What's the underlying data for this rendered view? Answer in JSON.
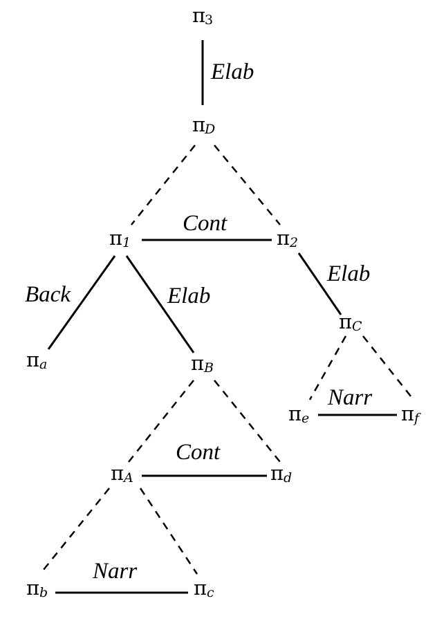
{
  "nodes": {
    "pi3": {
      "symbol": "π",
      "sub": "3"
    },
    "piD": {
      "symbol": "π",
      "sub": "D"
    },
    "pi1": {
      "symbol": "π",
      "sub": "1"
    },
    "pi2": {
      "symbol": "π",
      "sub": "2"
    },
    "pia": {
      "symbol": "π",
      "sub": "a"
    },
    "piB": {
      "symbol": "π",
      "sub": "B"
    },
    "piC": {
      "symbol": "π",
      "sub": "C"
    },
    "pie": {
      "symbol": "π",
      "sub": "e"
    },
    "pif": {
      "symbol": "π",
      "sub": "f"
    },
    "piA": {
      "symbol": "π",
      "sub": "A"
    },
    "pid": {
      "symbol": "π",
      "sub": "d"
    },
    "pib": {
      "symbol": "π",
      "sub": "b"
    },
    "pic": {
      "symbol": "π",
      "sub": "c"
    }
  },
  "relations": {
    "elab_top": "Elab",
    "cont_12": "Cont",
    "back_1a": "Back",
    "elab_1B": "Elab",
    "elab_2C": "Elab",
    "narr_ef": "Narr",
    "cont_Ad": "Cont",
    "narr_bc": "Narr"
  },
  "edges": [
    {
      "from": "pi3",
      "to": "piD",
      "style": "solid",
      "relation": "elab_top"
    },
    {
      "from": "piD",
      "to": "pi1",
      "style": "dashed"
    },
    {
      "from": "piD",
      "to": "pi2",
      "style": "dashed"
    },
    {
      "from": "pi1",
      "to": "pi2",
      "style": "solid",
      "relation": "cont_12"
    },
    {
      "from": "pi1",
      "to": "pia",
      "style": "solid",
      "relation": "back_1a"
    },
    {
      "from": "pi1",
      "to": "piB",
      "style": "solid",
      "relation": "elab_1B"
    },
    {
      "from": "pi2",
      "to": "piC",
      "style": "solid",
      "relation": "elab_2C"
    },
    {
      "from": "piC",
      "to": "pie",
      "style": "dashed"
    },
    {
      "from": "piC",
      "to": "pif",
      "style": "dashed"
    },
    {
      "from": "pie",
      "to": "pif",
      "style": "solid",
      "relation": "narr_ef"
    },
    {
      "from": "piB",
      "to": "piA",
      "style": "dashed"
    },
    {
      "from": "piB",
      "to": "pid",
      "style": "dashed"
    },
    {
      "from": "piA",
      "to": "pid",
      "style": "solid",
      "relation": "cont_Ad"
    },
    {
      "from": "piA",
      "to": "pib",
      "style": "dashed"
    },
    {
      "from": "piA",
      "to": "pic",
      "style": "dashed"
    },
    {
      "from": "pib",
      "to": "pic",
      "style": "solid",
      "relation": "narr_bc"
    }
  ]
}
